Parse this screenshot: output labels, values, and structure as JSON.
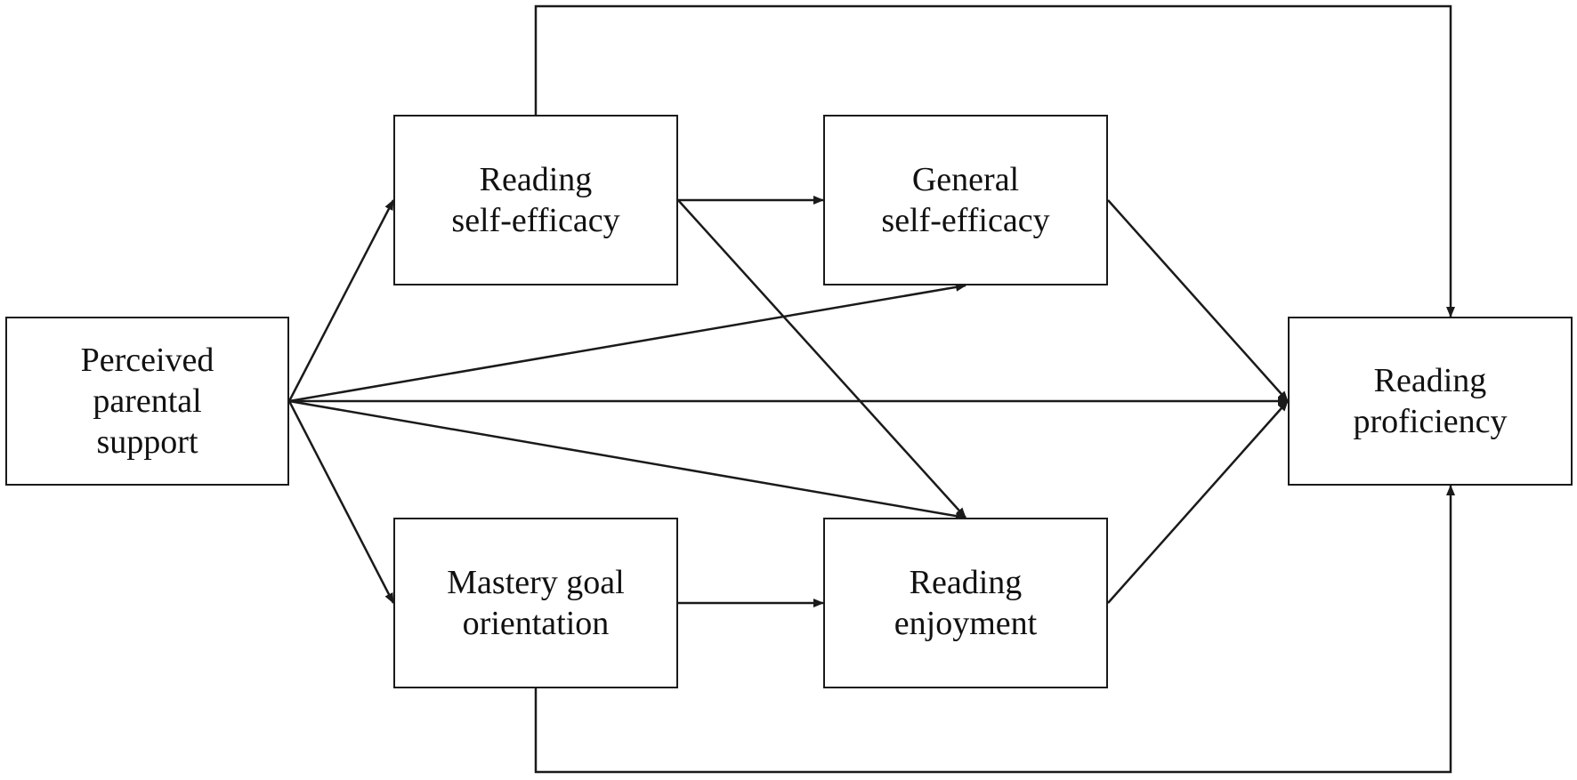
{
  "diagram": {
    "nodes": [
      {
        "id": "perceived-parental-support",
        "label": "Perceived\nparental\nsupport"
      },
      {
        "id": "reading-self-efficacy",
        "label": "Reading\nself-efficacy"
      },
      {
        "id": "general-self-efficacy",
        "label": "General\nself-efficacy"
      },
      {
        "id": "mastery-goal-orientation",
        "label": "Mastery goal\norientation"
      },
      {
        "id": "reading-enjoyment",
        "label": "Reading\nenjoyment"
      },
      {
        "id": "reading-proficiency",
        "label": "Reading\nproficiency"
      }
    ],
    "edges": [
      {
        "from": "perceived-parental-support",
        "to": "reading-self-efficacy"
      },
      {
        "from": "perceived-parental-support",
        "to": "mastery-goal-orientation"
      },
      {
        "from": "perceived-parental-support",
        "to": "general-self-efficacy"
      },
      {
        "from": "perceived-parental-support",
        "to": "reading-enjoyment"
      },
      {
        "from": "perceived-parental-support",
        "to": "reading-proficiency"
      },
      {
        "from": "reading-self-efficacy",
        "to": "general-self-efficacy"
      },
      {
        "from": "reading-self-efficacy",
        "to": "reading-enjoyment"
      },
      {
        "from": "reading-self-efficacy",
        "to": "reading-proficiency"
      },
      {
        "from": "mastery-goal-orientation",
        "to": "reading-enjoyment"
      },
      {
        "from": "mastery-goal-orientation",
        "to": "reading-proficiency"
      },
      {
        "from": "general-self-efficacy",
        "to": "reading-proficiency"
      },
      {
        "from": "reading-enjoyment",
        "to": "reading-proficiency"
      }
    ],
    "colors": {
      "line": "#1a1a1a",
      "background": "#ffffff"
    }
  }
}
